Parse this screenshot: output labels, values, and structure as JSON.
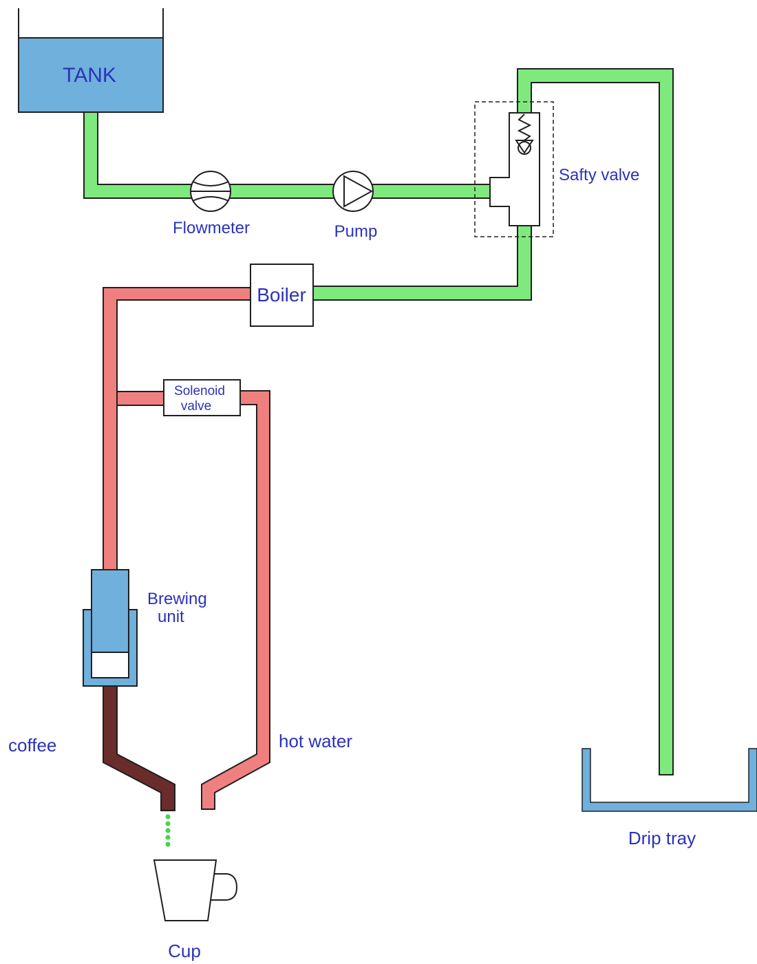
{
  "colors": {
    "cold_water": "#7eea7e",
    "hot_water": "#f08080",
    "coffee": "#6b2c2c",
    "tank_fill": "#6fb0dc",
    "label": "#2a33b8",
    "outline": "#1f1f1f"
  },
  "labels": {
    "tank": "TANK",
    "flowmeter": "Flowmeter",
    "pump": "Pump",
    "safety_valve": "Safty valve",
    "boiler": "Boiler",
    "solenoid_line1": "Solenoid",
    "solenoid_line2": "valve",
    "brewing_line1": "Brewing",
    "brewing_line2": "unit",
    "coffee": "coffee",
    "hot_water": "hot water",
    "drip_tray": "Drip tray",
    "cup": "Cup"
  }
}
